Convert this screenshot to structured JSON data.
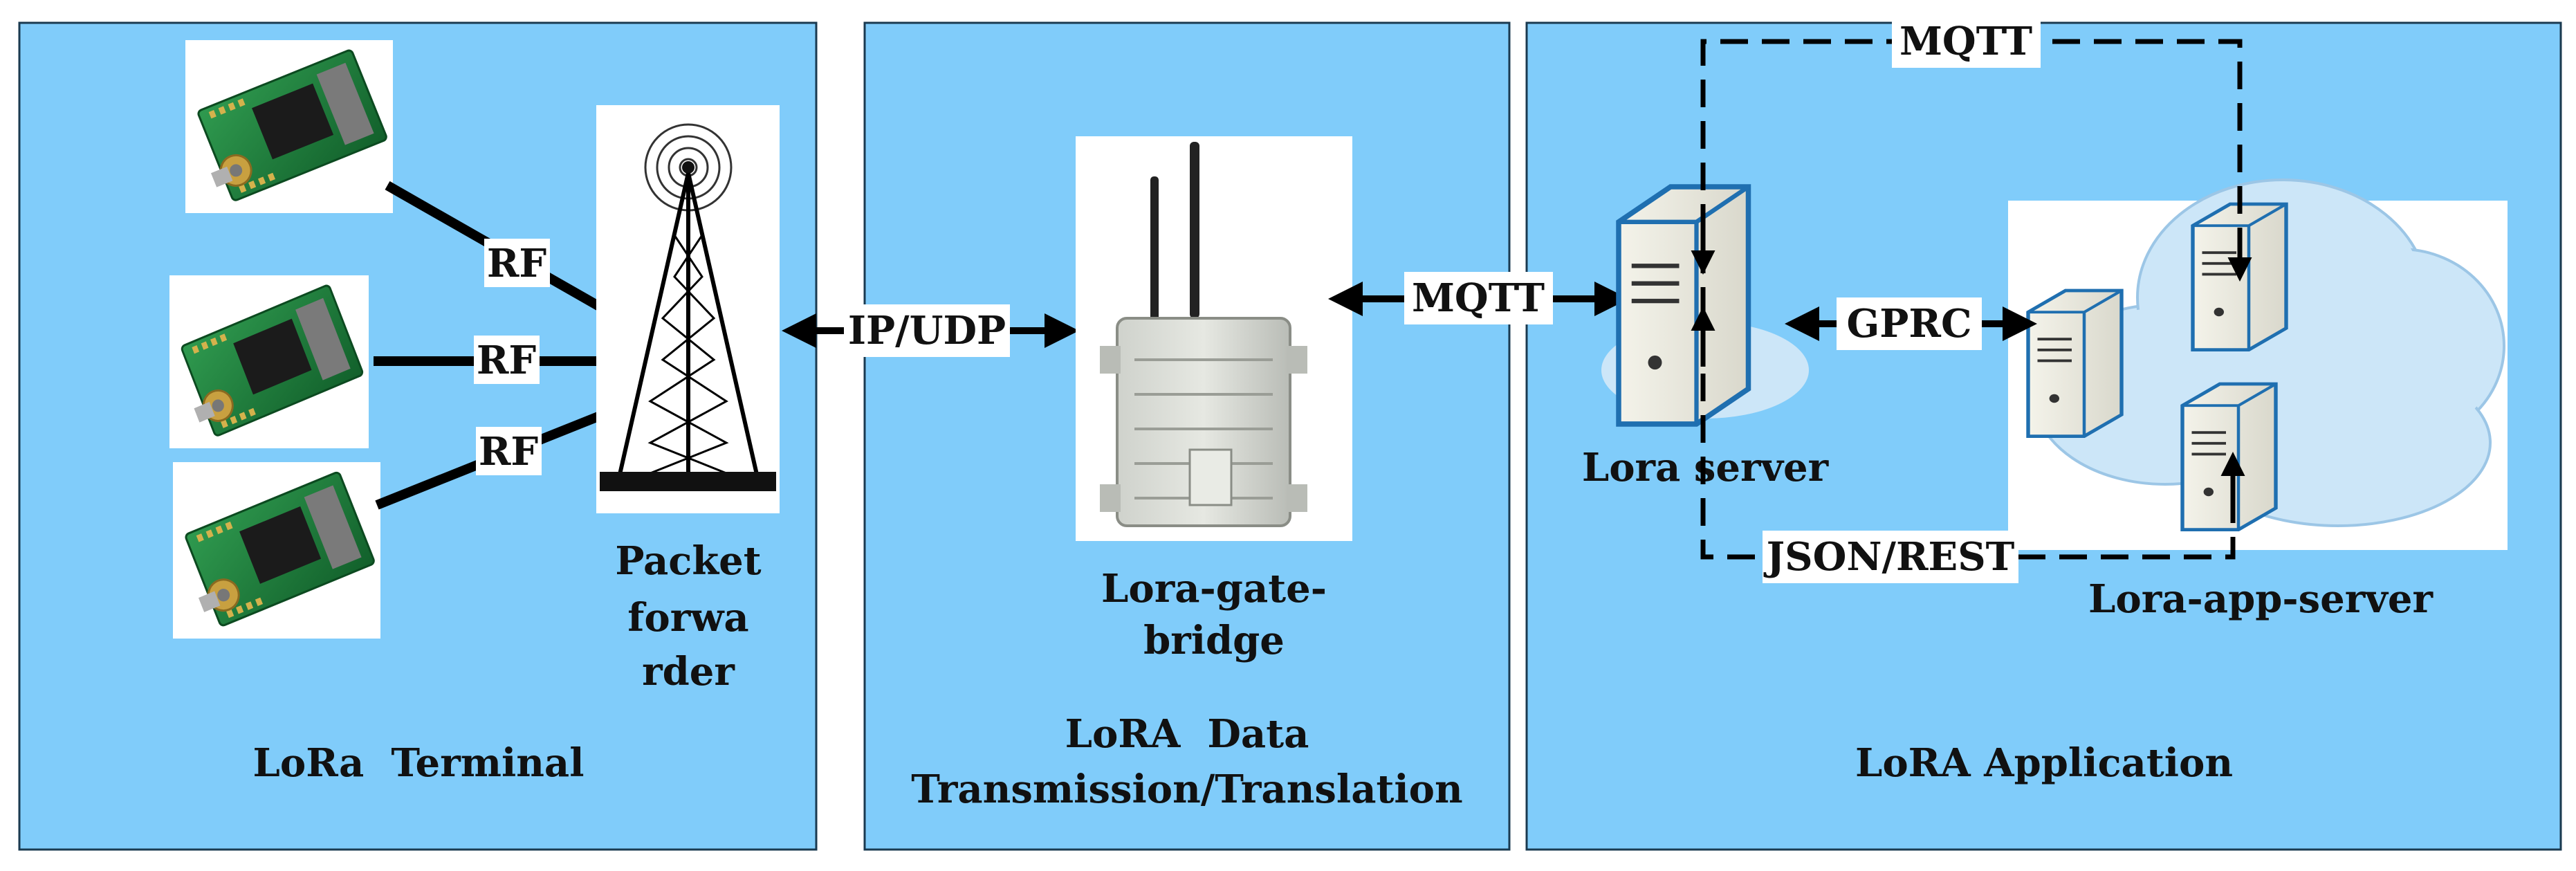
{
  "panels": [
    {
      "title": "LoRa  Terminal"
    },
    {
      "title_line1": "LoRA  Data",
      "title_line2": "Transmission/Translation"
    },
    {
      "title": "LoRA Application"
    }
  ],
  "rf_labels": [
    "RF",
    "RF",
    "RF"
  ],
  "packet_forwarder_label": [
    "Packet",
    "forwa",
    "rder"
  ],
  "gateway_label": [
    "Lora-gate-",
    "bridge"
  ],
  "lora_server_label": "Lora server",
  "app_server_label": "Lora-app-server",
  "links": {
    "ip_udp": "IP/UDP",
    "mqtt_gateway": "MQTT",
    "mqtt_top": "MQTT",
    "gprc": "GPRC",
    "json_rest": "JSON/REST"
  },
  "colors": {
    "panel_fill": "#80CCFA",
    "cloud_fill": "#CCE6F8",
    "pcb_green": "#1B7A3A",
    "server_body": "#E8E8E0",
    "server_outline": "#1F6FB0",
    "arrow": "#000000"
  },
  "icons": [
    "lora-module-icon",
    "tower-icon",
    "gateway-device-icon",
    "server-icon",
    "cloud-icon"
  ]
}
